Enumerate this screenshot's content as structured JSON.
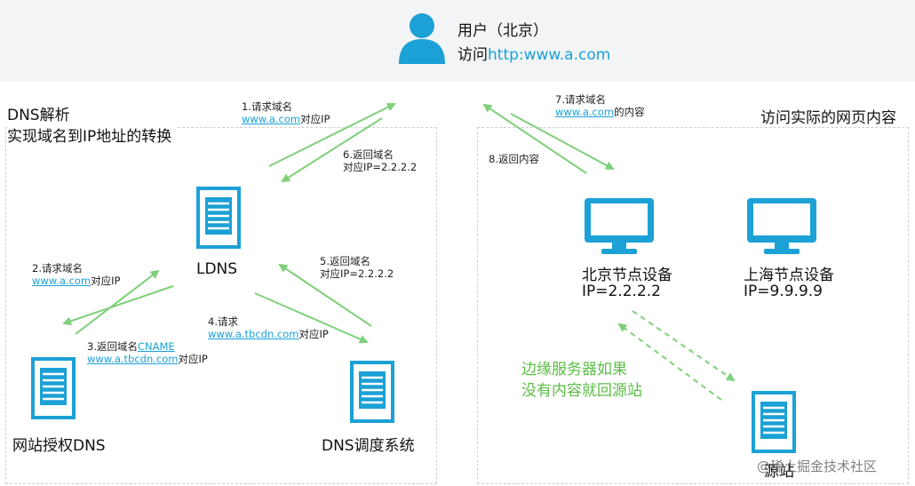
{
  "user": {
    "name": "用户（北京）",
    "visit_prefix": "访问",
    "visit_link": "http:www.a.com"
  },
  "sections": {
    "left_title_line1": "DNS解析",
    "left_title_line2": "实现域名到IP地址的转换",
    "right_title": "访问实际的网页内容"
  },
  "nodes": {
    "ldns": "LDNS",
    "auth_dns": "网站授权DNS",
    "sched_dns": "DNS调度系统",
    "bj_device": "北京节点设备",
    "bj_ip": "IP=2.2.2.2",
    "sh_device": "上海节点设备",
    "sh_ip": "IP=9.9.9.9",
    "origin": "源站"
  },
  "steps": {
    "s1_line1": "1.请求域名",
    "s1_link": "www.a.com",
    "s1_suffix": "对应IP",
    "s2_line1": "2.请求域名",
    "s2_link": "www.a.com",
    "s2_suffix": "对应IP",
    "s3_prefix": "3.返回域名",
    "s3_link1": "CNAME",
    "s3_link2": "www.a.tbcdn.com",
    "s3_suffix": "对应IP",
    "s4_line1": "4.请求",
    "s4_link": "www.a.tbcdn.com",
    "s4_suffix": "对应IP",
    "s5_line1": "5.返回域名",
    "s5_line2": "对应IP=2.2.2.2",
    "s6_line1": "6.返回域名",
    "s6_line2": "对应IP=2.2.2.2",
    "s7_line1": "7.请求域名",
    "s7_link": "www.a.com",
    "s7_suffix": "的内容",
    "s8": "8.返回内容"
  },
  "edge_note": {
    "line1": "边缘服务器如果",
    "line2": "没有内容就回源站"
  },
  "watermark": "@稀土掘金技术社区",
  "colors": {
    "accent_blue": "#1ba1d6",
    "arrow_green": "#7ed07a",
    "note_green": "#5bbd45"
  }
}
